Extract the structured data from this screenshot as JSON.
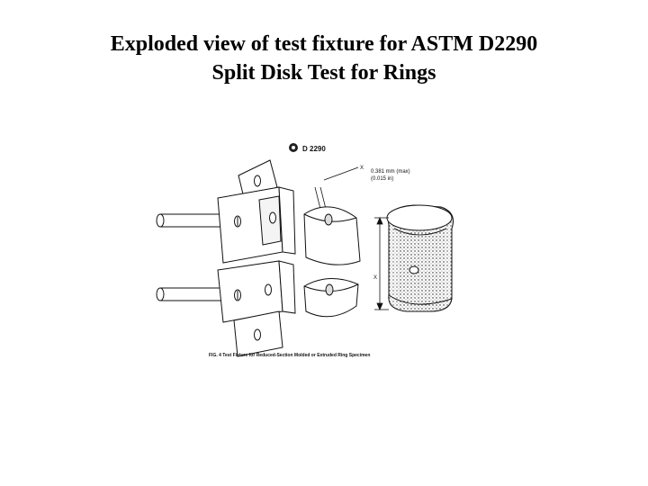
{
  "title": {
    "line1": "Exploded view of test fixture for ASTM D2290",
    "line2": "Split Disk Test for Rings"
  },
  "figure": {
    "standard_label": "D 2290",
    "dim_x": "X",
    "dim_note_mm": "0.381 mm (max)",
    "dim_note_in": "(0.015 in)",
    "dim_x_ring": "X",
    "caption": "FIG. 4   Test Fixture for Reduced-Section Molded or Extruded Ring Specimen",
    "icons": [
      "astm-logo-icon"
    ]
  }
}
